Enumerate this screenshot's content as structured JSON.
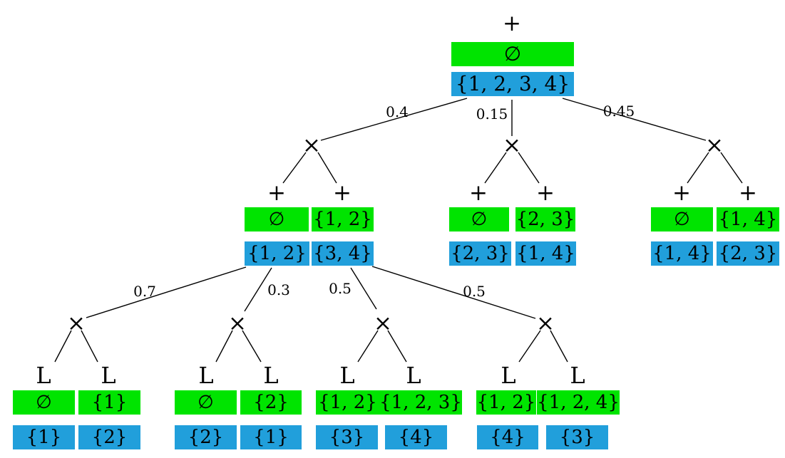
{
  "colors": {
    "green": "#00e400",
    "blue": "#219fdb",
    "edge": "#000000"
  },
  "root": {
    "op": "+",
    "green": "∅",
    "blue": "{1, 2, 3, 4}"
  },
  "level1": [
    {
      "weight": "0.4",
      "op": "×",
      "children": [
        {
          "op": "+",
          "green": "∅",
          "blue": "{1, 2}"
        },
        {
          "op": "+",
          "green": "{1, 2}",
          "blue": "{3, 4}"
        }
      ]
    },
    {
      "weight": "0.15",
      "op": "×",
      "children": [
        {
          "op": "+",
          "green": "∅",
          "blue": "{2, 3}"
        },
        {
          "op": "+",
          "green": "{2, 3}",
          "blue": "{1, 4}"
        }
      ]
    },
    {
      "weight": "0.45",
      "op": "×",
      "children": [
        {
          "op": "+",
          "green": "∅",
          "blue": "{1, 4}"
        },
        {
          "op": "+",
          "green": "{1, 4}",
          "blue": "{2, 3}"
        }
      ]
    }
  ],
  "level2": [
    {
      "weight": "0.7",
      "op": "×",
      "children": [
        {
          "op": "L",
          "green": "∅",
          "blue": "{1}"
        },
        {
          "op": "L",
          "green": "{1}",
          "blue": "{2}"
        }
      ]
    },
    {
      "weight": "0.3",
      "op": "×",
      "children": [
        {
          "op": "L",
          "green": "∅",
          "blue": "{2}"
        },
        {
          "op": "L",
          "green": "{2}",
          "blue": "{1}"
        }
      ]
    },
    {
      "weight": "0.5",
      "op": "×",
      "children": [
        {
          "op": "L",
          "green": "{1, 2}",
          "blue": "{3}"
        },
        {
          "op": "L",
          "green": "{1, 2, 3}",
          "blue": "{4}"
        }
      ]
    },
    {
      "weight": "0.5",
      "op": "×",
      "children": [
        {
          "op": "L",
          "green": "{1, 2}",
          "blue": "{4}"
        },
        {
          "op": "L",
          "green": "{1, 2, 4}",
          "blue": "{3}"
        }
      ]
    }
  ]
}
